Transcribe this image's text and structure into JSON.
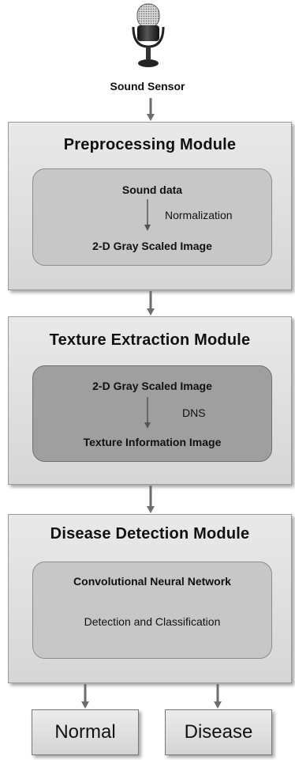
{
  "sensor": {
    "icon": "microphone-icon",
    "label": "Sound Sensor"
  },
  "modules": [
    {
      "title": "Preprocessing  Module",
      "top_line": "Sound data",
      "step": "Normalization",
      "bottom_line": "2-D Gray Scaled Image"
    },
    {
      "title": "Texture Extraction Module",
      "top_line": "2-D Gray Scaled Image",
      "step": "DNS",
      "bottom_line": "Texture Information Image"
    },
    {
      "title": "Disease Detection Module",
      "top_line": "Convolutional Neural Network",
      "step": "Detection and Classification"
    }
  ],
  "outputs": {
    "normal": "Normal",
    "disease": "Disease"
  },
  "colors": {
    "arrow": "#6d6d6d",
    "module_bg": "#dedede",
    "inner_light": "#c7c7c7",
    "inner_dark": "#9f9f9f"
  }
}
